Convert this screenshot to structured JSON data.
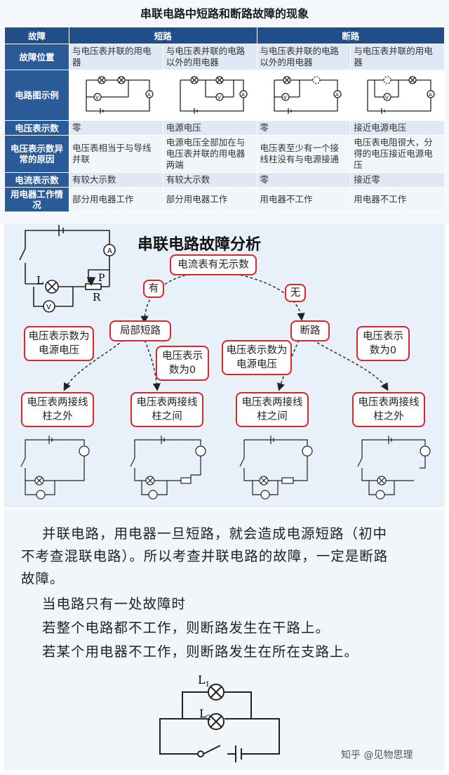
{
  "table": {
    "title": "串联电路中短路和断路故障的现象",
    "col_header_fault": "故障",
    "col_header_short": "短路",
    "col_header_open": "断路",
    "rows": [
      {
        "label": "故障位置",
        "cells": [
          "与电压表并联的用电器",
          "与电压表并联的电路以外的用电器",
          "与电压表并联的电路以外的用电器",
          "与电压表并联的用电器"
        ]
      },
      {
        "label": "电路图示例"
      },
      {
        "label": "电压表示数",
        "cells": [
          "零",
          "电源电压",
          "零",
          "接近电源电压"
        ]
      },
      {
        "label": "电压表示数异常的原因",
        "cells": [
          "电压表相当于与导线并联",
          "电源电压全部加在与电压表并联的用电器两端",
          "电压表至少有一个接线柱没有与电源接通",
          "电压表电阻很大，分得的电压接近电源电压"
        ]
      },
      {
        "label": "电流表示数",
        "cells": [
          "有较大示数",
          "有较大示数",
          "零",
          "接近零"
        ]
      },
      {
        "label": "用电器工作情况",
        "cells": [
          "部分用电器工作",
          "部分用电器工作",
          "用电器不工作",
          "用电器不工作"
        ]
      }
    ]
  },
  "flow": {
    "title": "串联电路故障分析",
    "root": "电流表有无示数",
    "yes": "有",
    "no": "无",
    "partial_short": "局部短路",
    "open": "断路",
    "note1": "电压表示数为电源电压",
    "note2": "电压表示数为0",
    "note3": "电压表示数为电源电压",
    "note4": "电压表示数为0",
    "leaf1": "电压表两接线柱之外",
    "leaf2": "电压表两接线柱之间",
    "leaf3": "电压表两接线柱之间",
    "leaf4": "电压表两接线柱之外",
    "labels": {
      "L": "L",
      "P": "P",
      "R": "R",
      "A": "A",
      "V": "V"
    }
  },
  "text": {
    "p1": "并联电路，用电器一旦短路，就会造成电源短路（初中",
    "p1b": "不考查混联电路）。所以考查并联电路的故障，一定是断路",
    "p1c": "故障。",
    "p2": "当电路只有一处故障时",
    "p3": "若整个电路都不工作，则断路发生在干路上。",
    "p4": "若某个用电器不工作，则断路发生在所在支路上。",
    "L1": "L",
    "L1sub": "1",
    "L2": "L",
    "L2sub": "2"
  },
  "watermark": "知乎 @见物思理",
  "colors": {
    "header": "#1f4e89",
    "box_border": "#d8262c",
    "arrow": "#222222"
  }
}
